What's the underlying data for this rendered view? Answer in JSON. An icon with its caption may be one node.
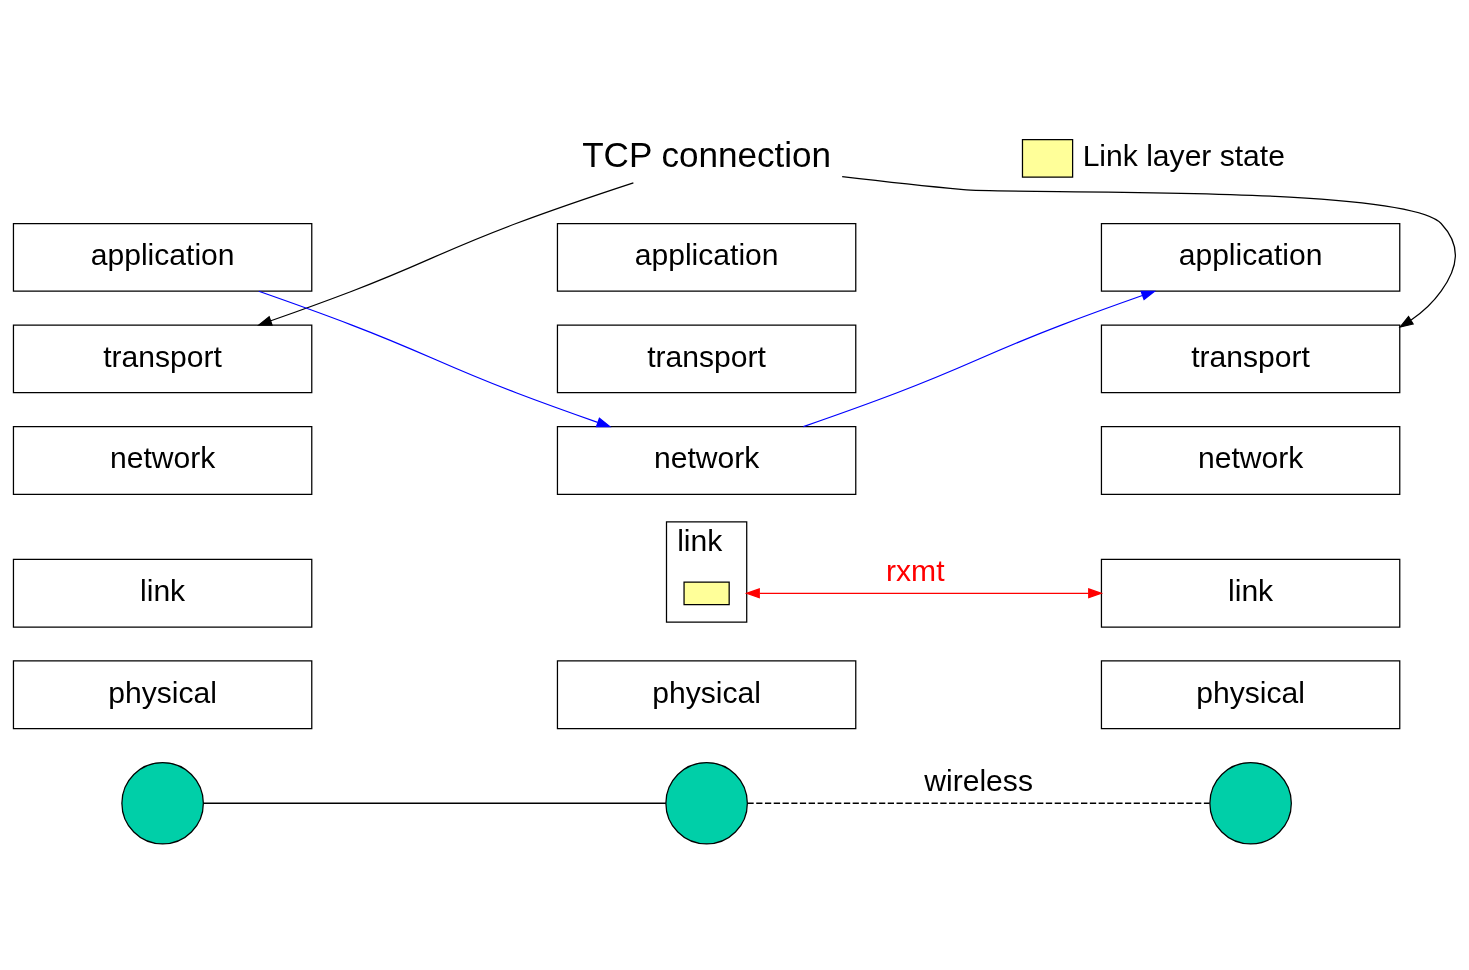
{
  "diagram": {
    "nodes": [
      {
        "text": [
          "TCP connection"
        ]
      },
      {
        "text": [
          "application"
        ]
      },
      {
        "text": [
          "transport"
        ]
      },
      {
        "text": [
          "network"
        ]
      },
      {
        "text": [
          "link"
        ]
      },
      {
        "text": [
          "physical"
        ]
      },
      {
        "text": [
          "application"
        ]
      },
      {
        "text": [
          "transport"
        ]
      },
      {
        "text": [
          "network"
        ]
      },
      {
        "text": [
          "link"
        ]
      },
      {
        "text": [
          "physical"
        ]
      },
      {
        "text": [],
        "shape": "box",
        "in": 9
      },
      {
        "text": [
          "application"
        ]
      },
      {
        "text": [
          "transport"
        ]
      },
      {
        "text": [
          "network"
        ]
      },
      {
        "text": [
          "link"
        ]
      },
      {
        "text": [
          "physical"
        ]
      },
      {
        "text": [],
        "shape": "circle"
      },
      {
        "text": [],
        "shape": "circle"
      },
      {
        "text": [],
        "shape": "circle"
      }
    ],
    "edges": [
      {
        "from": 0,
        "to": 2,
        "arrow": "to"
      },
      {
        "from": 0,
        "to": 13,
        "arrow": "to"
      },
      {
        "from": 1,
        "to": 8,
        "arrow": "to",
        "color": "#0000ff"
      },
      {
        "from": 8,
        "to": 12,
        "arrow": "to",
        "color": "#0000ff"
      },
      {
        "from": 9,
        "to": 15,
        "arrow": "both",
        "label": "rxmt",
        "color": "#ff0000"
      },
      {
        "from": 17,
        "to": 18,
        "arrow": "none"
      },
      {
        "from": 18,
        "to": 19,
        "arrow": "none",
        "style": "dashed",
        "label": "wireless"
      }
    ],
    "legend": [
      {
        "text": "Link layer state",
        "color": "#ffff99"
      }
    ]
  }
}
